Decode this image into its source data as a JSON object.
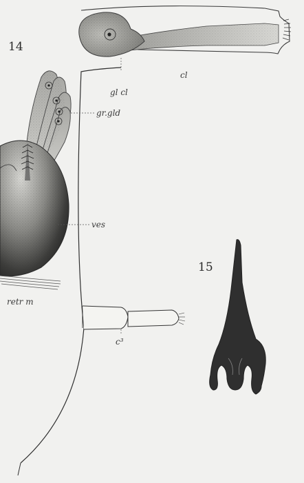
{
  "figures": {
    "fig14": "14",
    "fig15": "15"
  },
  "labels": {
    "cl": "cl",
    "gl_cl": "gl cl",
    "gr_gld": "gr.gld",
    "ves": "ves",
    "retr_m": "retr m",
    "c3": "c³"
  },
  "colors": {
    "background": "#f1f1ef",
    "ink": "#2f2f2f",
    "stipple": "#555555",
    "dark_mass": "#2b2b2b"
  }
}
